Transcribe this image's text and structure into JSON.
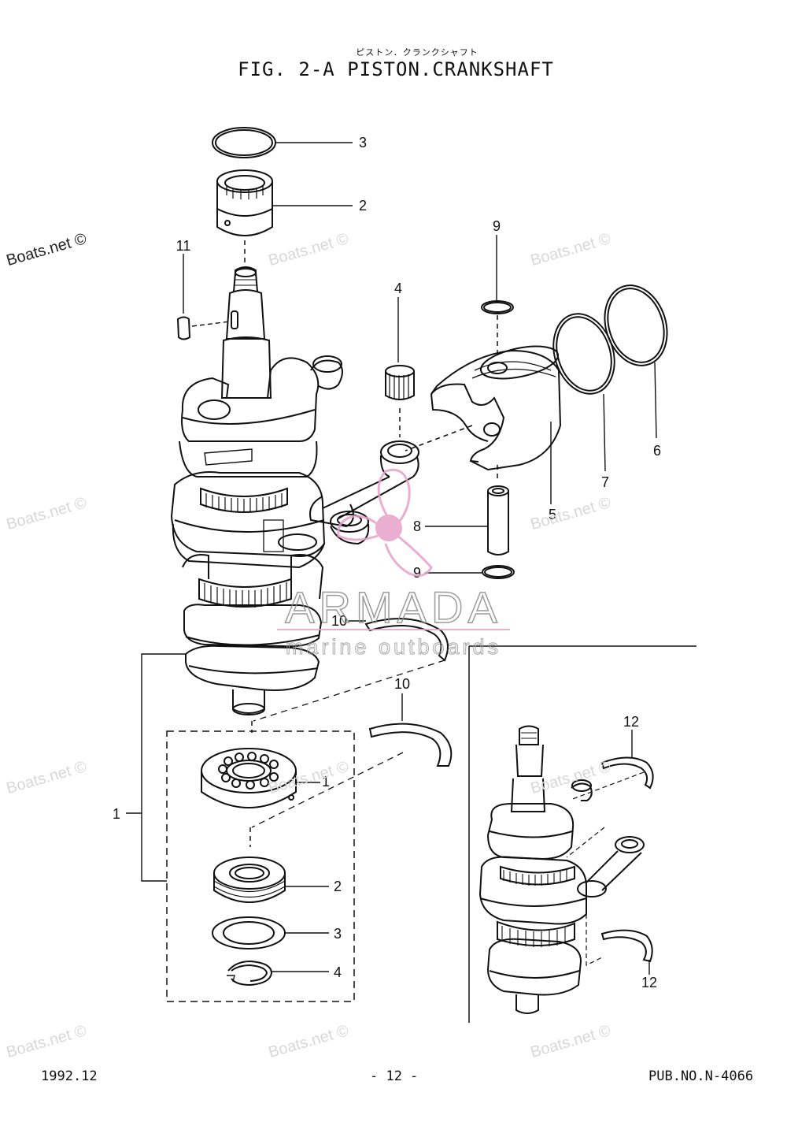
{
  "header": {
    "title_jp": "ピストン．クランクシャフト",
    "title": "FIG.  2-A PISTON.CRANKSHAFT"
  },
  "footer": {
    "date": "1992.12",
    "page": "- 12 -",
    "pub_no": "PUB.NO.N-4066"
  },
  "watermarks": {
    "site": "Boats.net ©",
    "logo_name": "ARMADA",
    "logo_tagline": "marine outboards"
  },
  "callouts": {
    "c3_top": "3",
    "c2_top": "2",
    "c11": "11",
    "c9_top": "9",
    "c4_top": "4",
    "c6": "6",
    "c7": "7",
    "c5": "5",
    "c8": "8",
    "c9_bottom": "9",
    "c10_a": "10",
    "c10_b": "10",
    "c1_main": "1",
    "c1_bearing": "1",
    "c2_bottom": "2",
    "c3_bottom": "3",
    "c4_bottom": "4",
    "c12_top": "12",
    "c12_bottom": "12"
  },
  "colors": {
    "line": "#111111",
    "watermark": "#d8d8d8",
    "logo_pink": "#e7a0c8",
    "logo_text": "#8a8a8a"
  }
}
